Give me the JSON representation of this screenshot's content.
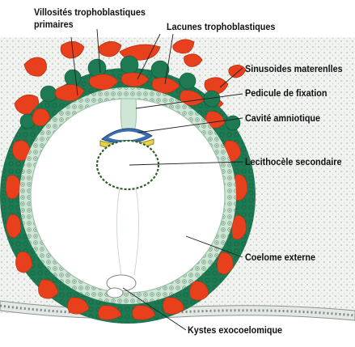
{
  "diagram": {
    "labels": {
      "villosites_line1": "Villosités trophoblastiques",
      "villosites_line2": "primaires",
      "lacunes": "Lacunes trophoblastiques",
      "sinusoides": "Sinusoides materenlles",
      "pedicule": "Pedicule de fixation",
      "cavite": "Cavité amniotique",
      "lecithocele": "Lecithocèle secondaire",
      "coelome": "Coelome externe",
      "kystes": "Kystes exocoelomique"
    },
    "colors": {
      "trophoblast_green": "#1e7a52",
      "lacuna_red": "#e8401c",
      "mesoderm_light": "#cfe6d6",
      "endometrium_gray": "#f1f3f1",
      "amnion_blue": "#3b6fb0",
      "yolk_sac_yellow": "#e9d24a"
    }
  }
}
